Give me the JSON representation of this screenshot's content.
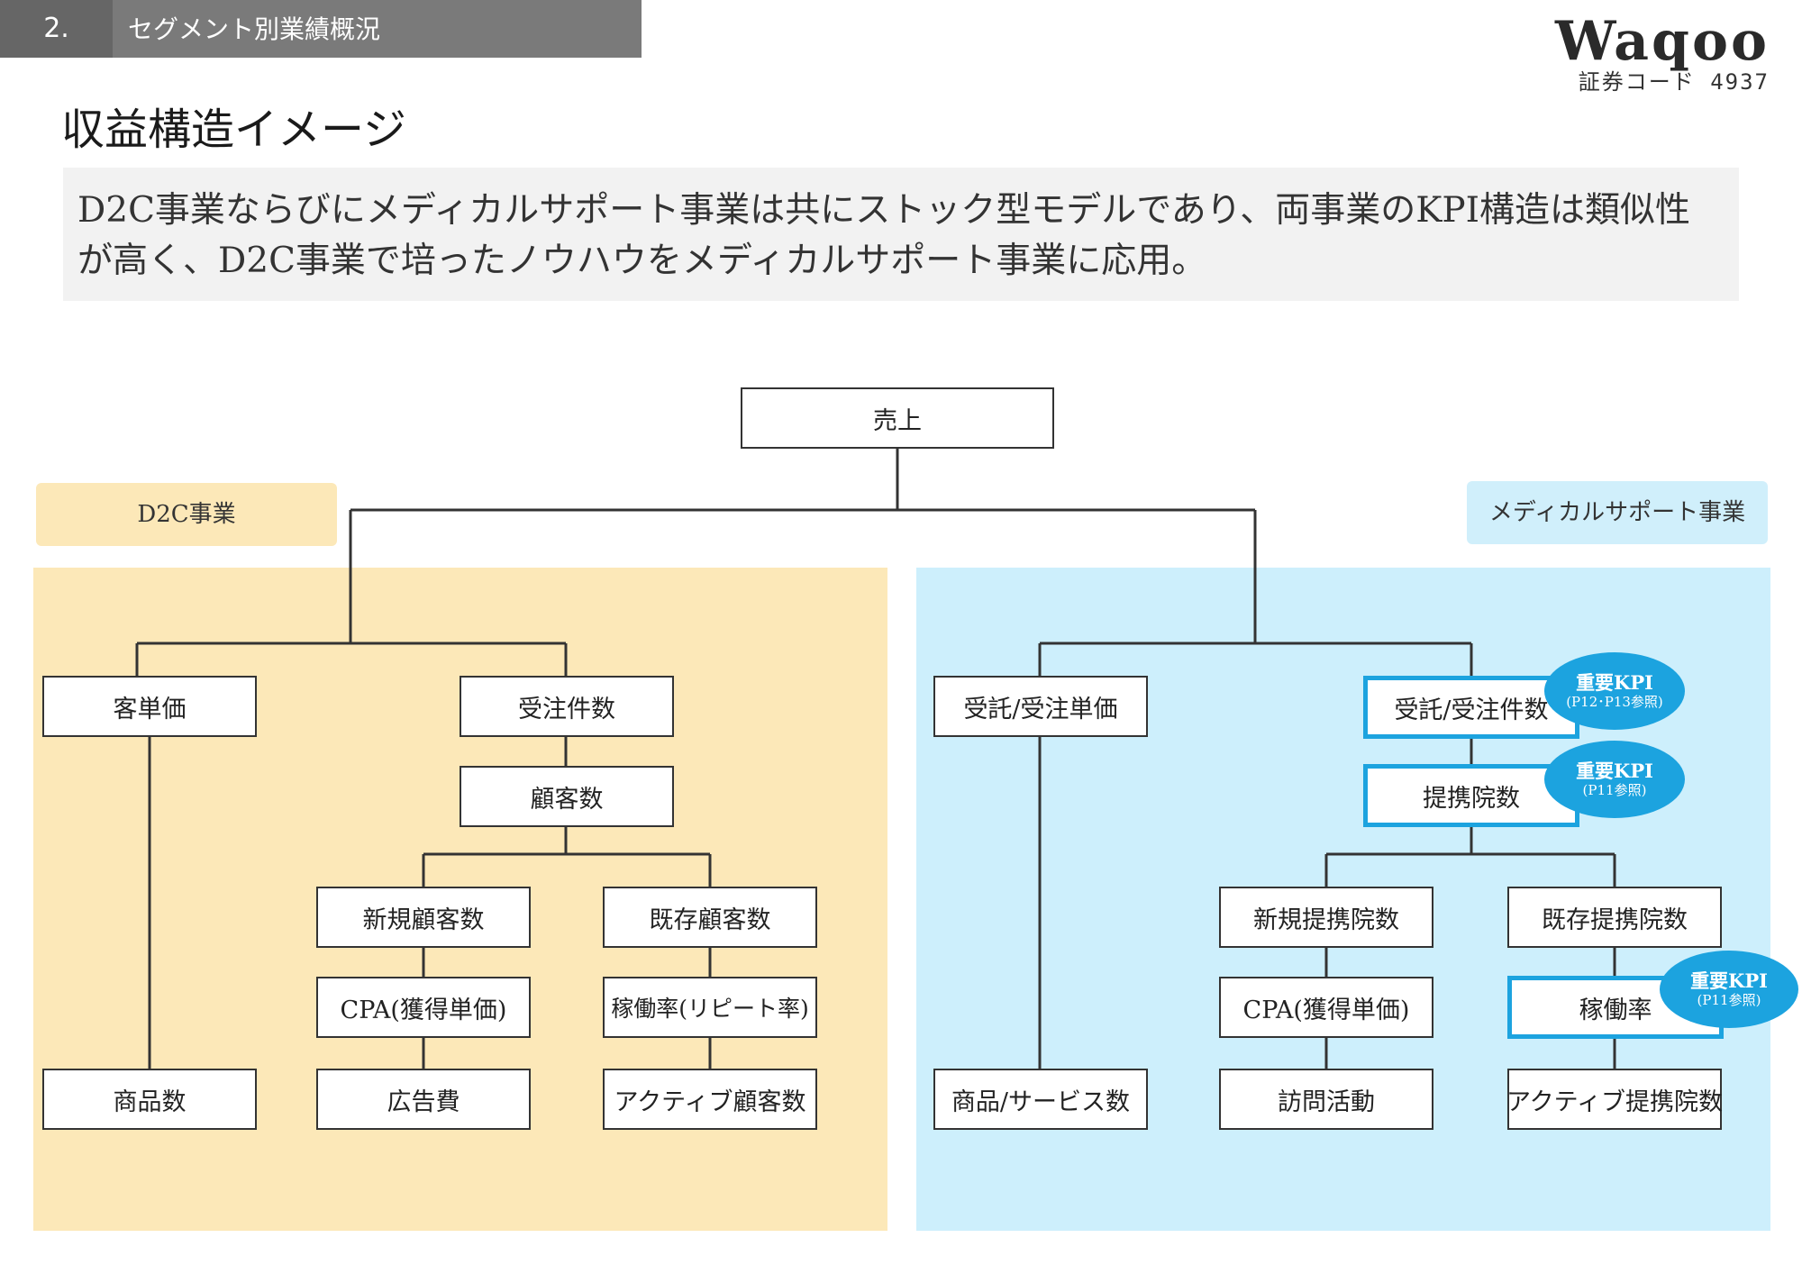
{
  "header": {
    "section_number": "2.",
    "section_title": "セグメント別業績概況",
    "logo_text": "Waqoo",
    "stock_code": "証券コード 4937"
  },
  "page_title": "収益構造イメージ",
  "summary": {
    "line1": "D2C事業ならびにメディカルサポート事業は共にストック型モデルであり、両事業のKPI構造は類似性",
    "line2": "が高く、D2C事業で培ったノウハウをメディカルサポート事業に応用。"
  },
  "diagram": {
    "root": "売上",
    "d2c": {
      "label": "D2C事業",
      "customer_unit_price": "客単価",
      "product_count": "商品数",
      "order_count": "受注件数",
      "customer_count": "顧客数",
      "new_customers": "新規顧客数",
      "existing_customers": "既存顧客数",
      "cpa": "CPA(獲得単価)",
      "operating_rate": "稼働率(リピート率)",
      "ad_cost": "広告費",
      "active_customers": "アクティブ顧客数"
    },
    "medical": {
      "label": "メディカルサポート事業",
      "unit_price": "受託/受注単価",
      "product_count": "商品/サービス数",
      "order_count": "受託/受注件数",
      "clinic_count": "提携院数",
      "new_clinics": "新規提携院数",
      "existing_clinics": "既存提携院数",
      "cpa": "CPA(獲得単価)",
      "operating_rate": "稼働率",
      "visits": "訪問活動",
      "active_clinics": "アクティブ提携院数"
    },
    "kpi_badges": {
      "title": "重要KPI",
      "ref_order": "(P12･P13参照)",
      "ref_clinic": "(P11参照)",
      "ref_operating": "(P11参照)"
    }
  },
  "colors": {
    "d2c_bg": "#fce8b8",
    "medical_bg": "#cdeffc",
    "kpi_accent": "#1ca3df",
    "header_bar": "#7a7a7a"
  }
}
